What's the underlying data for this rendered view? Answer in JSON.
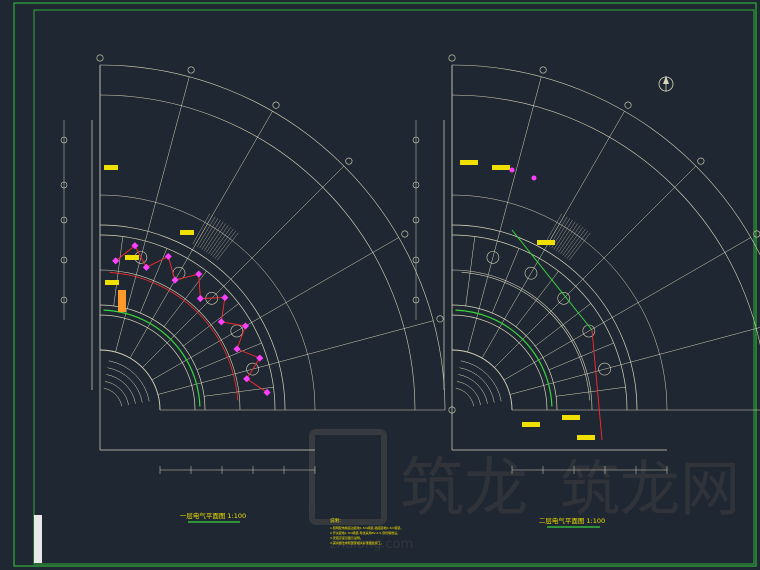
{
  "colors": {
    "background": "#1f2733",
    "border": "#2fae3a",
    "linework": "#d8d6b8",
    "red_wiring": "#ff2a2a",
    "green_wiring": "#38d63a",
    "magenta_symbols": "#ff40ff",
    "yellow_labels": "#f0e000",
    "watermark": "#3a3a3a"
  },
  "drawing": {
    "left_plan_title": "一层电气平面图 1:100",
    "right_plan_title": "二层电气平面图 1:100",
    "notes_heading": "说明：",
    "notes": [
      "1.照明配电箱底边距地1.5m暗装,插座距地0.3m暗装。",
      "2.开关距地1.3m暗装,导线采用BV-2.5,穿管暗敷设。",
      "3.安装高度见图示说明。",
      "4.其余做法参照国家相关标准图集施工。"
    ],
    "watermark_logo": "筑龙",
    "watermark_text": "筑龙网",
    "watermark_sub": "zhulong.com"
  },
  "icons": [
    "north-arrow-icon"
  ]
}
